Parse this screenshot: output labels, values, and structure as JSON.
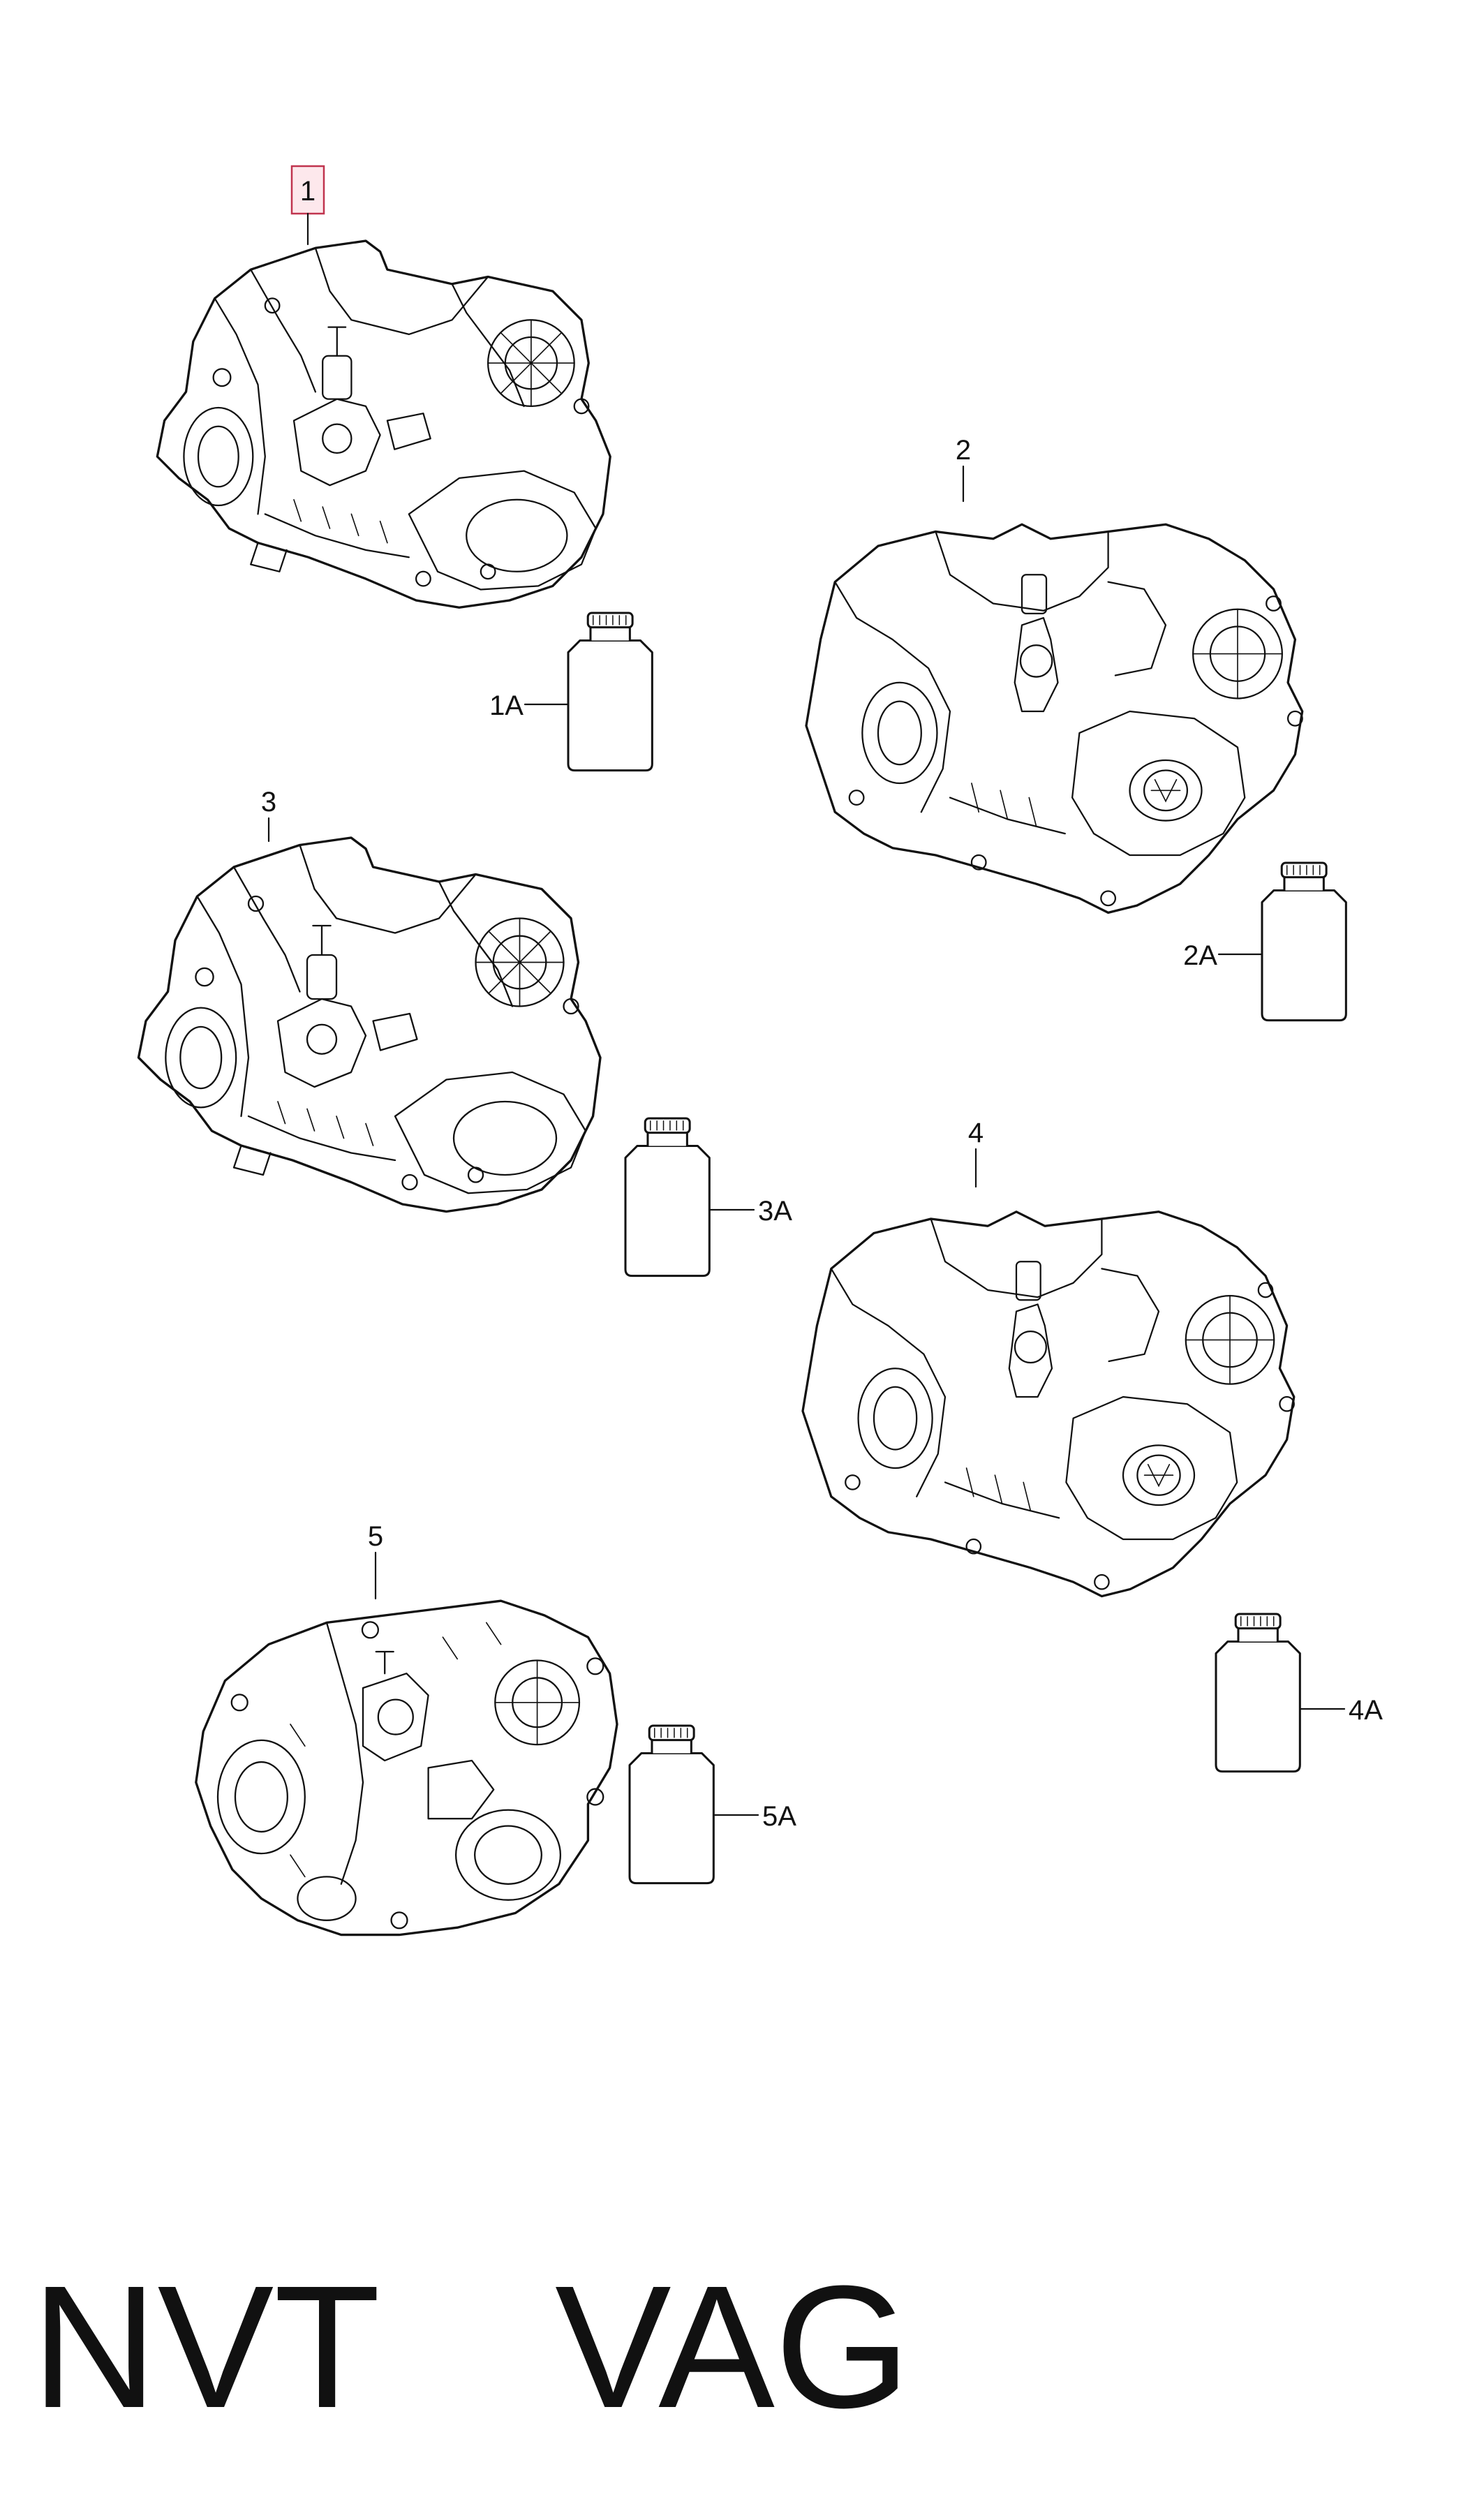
{
  "parts": [
    {
      "ref": "1",
      "highlighted": true
    },
    {
      "ref": "2",
      "highlighted": false
    },
    {
      "ref": "3",
      "highlighted": false
    },
    {
      "ref": "4",
      "highlighted": false
    },
    {
      "ref": "5",
      "highlighted": false
    }
  ],
  "oils": [
    {
      "ref": "1A"
    },
    {
      "ref": "2A"
    },
    {
      "ref": "3A"
    },
    {
      "ref": "4A"
    },
    {
      "ref": "5A"
    }
  ],
  "watermark": {
    "left": "NVT",
    "right": "VAG"
  },
  "colors": {
    "highlight_fill": "#fde8ec",
    "highlight_stroke": "#c0344e",
    "line": "#111111",
    "background": "#ffffff"
  }
}
